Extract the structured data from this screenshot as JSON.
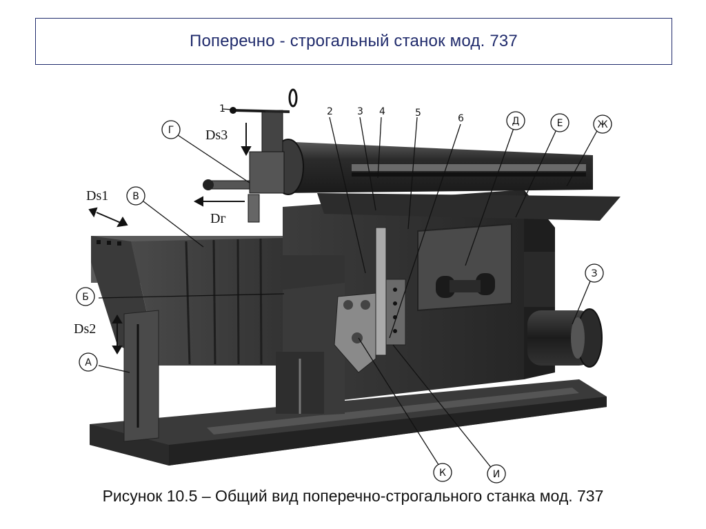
{
  "title": "Поперечно - строгальный станок мод. 737",
  "caption": "Рисунок 10.5 – Общий вид поперечно-строгального станка мод. 737",
  "motion_labels": {
    "ds1": "Ds1",
    "ds2": "Ds2",
    "ds3": "Ds3",
    "dg": "Dг"
  },
  "number_labels": [
    "1",
    "2",
    "3",
    "4",
    "5",
    "6"
  ],
  "circle_labels": {
    "a": "А",
    "b": "Б",
    "v": "В",
    "g": "Г",
    "d": "Д",
    "e": "Е",
    "zh": "Ж",
    "z": "З",
    "k": "К",
    "i": "И"
  }
}
